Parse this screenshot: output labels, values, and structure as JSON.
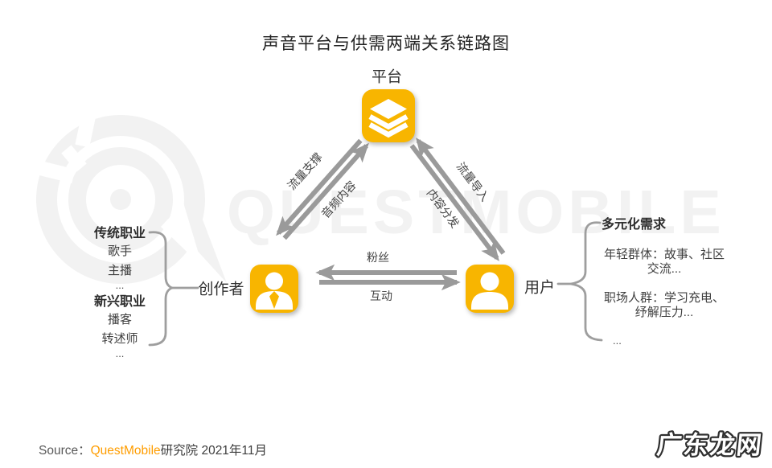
{
  "title": "声音平台与供需两端关系链路图",
  "nodes": {
    "platform": {
      "label": "平台",
      "icon": "layers-stack-icon"
    },
    "creator": {
      "label": "创作者",
      "icon": "person-tie-icon"
    },
    "user": {
      "label": "用户",
      "icon": "person-icon"
    }
  },
  "edges": {
    "platform_to_creator": "流量支撑",
    "creator_to_platform": "音频内容",
    "user_to_platform": "流量导入",
    "platform_to_user": "内容分发",
    "user_to_creator": "粉丝",
    "creator_to_user": "互动"
  },
  "creator_detail": {
    "groups": [
      {
        "heading": "传统职业",
        "items": [
          "歌手",
          "主播",
          "..."
        ]
      },
      {
        "heading": "新兴职业",
        "items": [
          "播客",
          "转述师",
          "..."
        ]
      }
    ]
  },
  "user_detail": {
    "heading": "多元化需求",
    "items": [
      "年轻群体：故事、社区交流...",
      "职场人群：学习充电、纾解压力...",
      "..."
    ]
  },
  "source": {
    "label": "Source：",
    "brand": "QuestMobile",
    "rest": "研究院 2021年11月"
  },
  "watermark": {
    "brand_text": "QUESTMOBILE"
  },
  "site_logo": {
    "text": "广东龙网"
  },
  "colors": {
    "accent_yellow": "#F8B500",
    "arrow_gray": "#9A9A9A",
    "brand_orange": "#FF9D00",
    "watermark_gray": "#F2F2F2",
    "text_dark": "#3C3C3C"
  }
}
